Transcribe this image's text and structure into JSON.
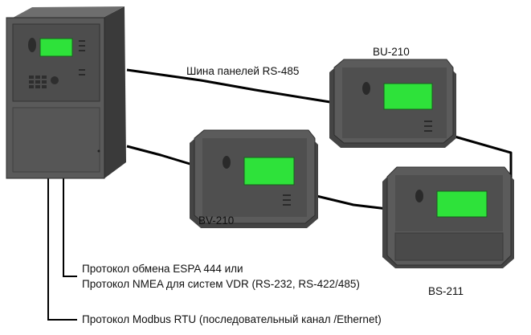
{
  "labels": {
    "bus": "Шина панелей RS-485",
    "bu": "BU-210",
    "bv": "BV-210",
    "bs": "BS-211",
    "proto1_line1": "Протокол обмена ESPA 444 или",
    "proto1_line2": "Протокол NMEA для систем VDR (RS-232, RS-422/485)",
    "proto2": "Протокол Modbus RTU (последовательный канал /Ethernet)"
  },
  "colors": {
    "housing": "#595959",
    "housing_dark": "#3c3c3c",
    "bezel": "#555555",
    "screen": "#2ee23a",
    "wire": "#000000",
    "text": "#111111"
  }
}
